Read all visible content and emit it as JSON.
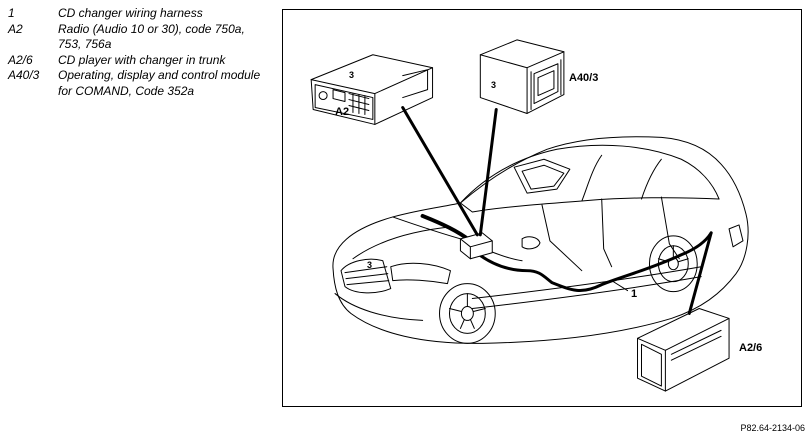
{
  "legend": [
    {
      "code": "1",
      "description": "CD changer wiring harness"
    },
    {
      "code": "A2",
      "description": "Radio (Audio 10 or 30), code 750a, 753, 756a"
    },
    {
      "code": "A2/6",
      "description": "CD player with changer in trunk"
    },
    {
      "code": "A40/3",
      "description": "Operating, display and control module for COMAND, Code 352a"
    }
  ],
  "figure": {
    "labels": {
      "radio": "A2",
      "comand": "A40/3",
      "changer": "A2/6",
      "harness": "1",
      "mark_radio_unit": "3",
      "mark_comand_unit": "3",
      "mark_car": "3"
    },
    "reference_id": "P82.64-2134-06"
  }
}
